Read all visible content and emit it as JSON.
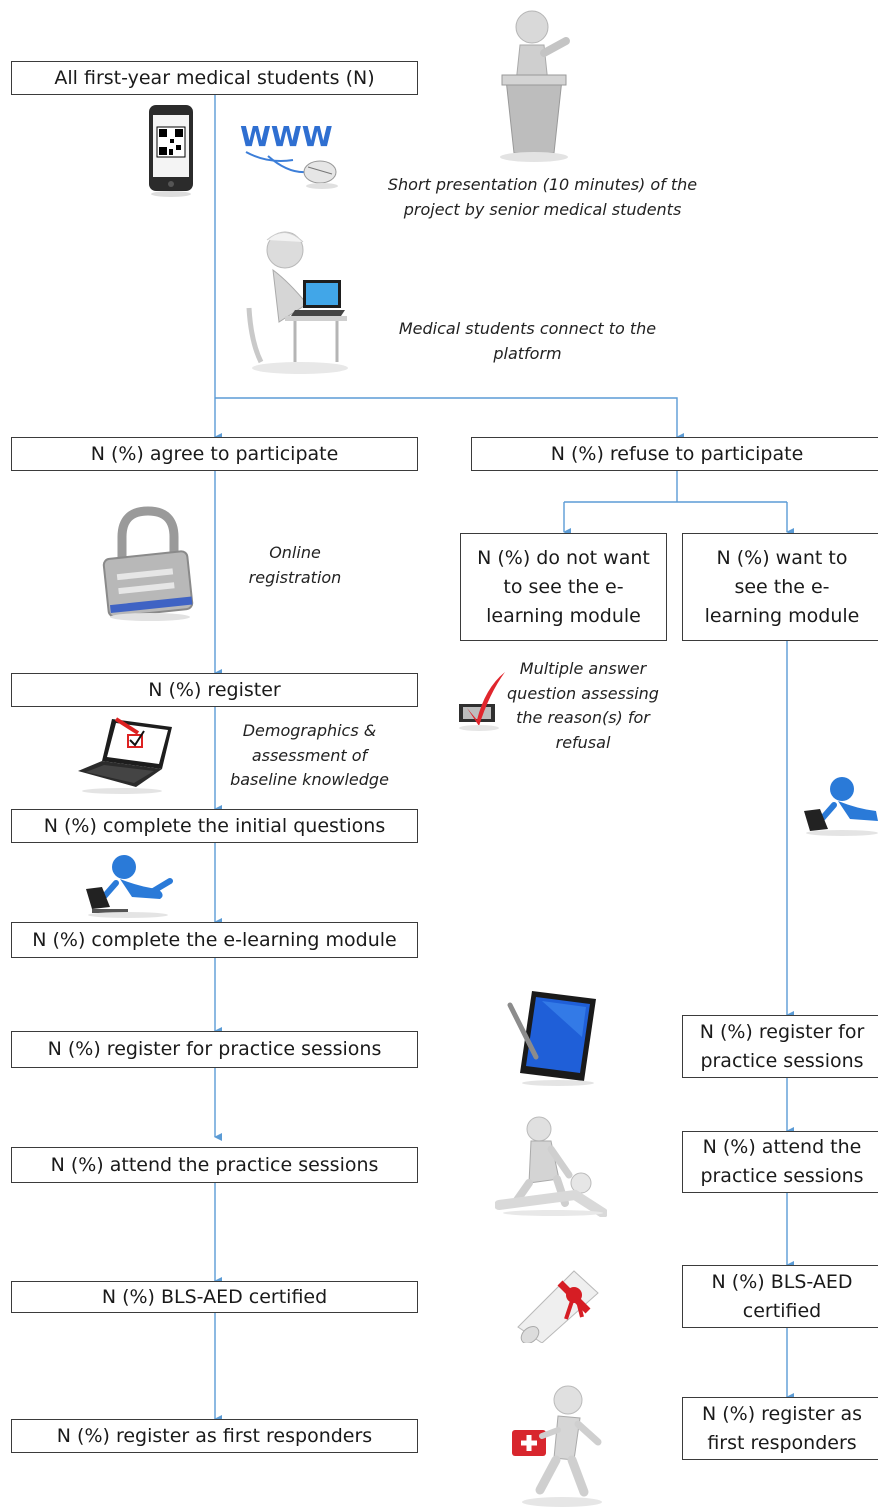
{
  "boxes": {
    "all_students": "All first-year medical students (N)",
    "agree": "N (%) agree to participate",
    "refuse": "N (%) refuse to participate",
    "no_elearning": "N (%) do not want to see the e-learning module",
    "want_elearning": "N (%) want to see the e-learning module",
    "register": "N (%) register",
    "initial_questions": "N (%) complete the initial questions",
    "complete_elearning": "N (%) complete the e-learning module",
    "left_practice_register": "N (%) register for practice sessions",
    "left_attend": "N (%) attend the practice sessions",
    "left_certified": "N (%) BLS-AED certified",
    "left_first_responders": "N (%) register as first responders",
    "right_practice_register": "N (%) register for practice sessions",
    "right_attend": "N (%) attend the practice sessions",
    "right_certified": "N (%) BLS-AED certified",
    "right_first_responders": "N (%) register as first responders"
  },
  "notes": {
    "presentation": "Short presentation (10 minutes) of the project by senior medical students",
    "connect": "Medical students connect to the platform",
    "online_registration": "Online registration",
    "refusal_question": "Multiple answer question assessing the reason(s) for refusal",
    "demographics": "Demographics & assessment of baseline knowledge"
  },
  "icons": [
    "phone-qr-icon",
    "www-mouse-icon",
    "presenter-podium-icon",
    "student-laptop-icon",
    "padlock-icon",
    "checkbox-refusal-icon",
    "laptop-checklist-icon",
    "elearning-figure-icon",
    "tablet-stylus-icon",
    "cpr-figure-icon",
    "diploma-icon",
    "first-responder-icon"
  ],
  "colors": {
    "connector": "#5b9bd5",
    "box_border": "#3b3b3b",
    "accent_blue": "#1f6fd1",
    "accent_red": "#d9242b"
  }
}
